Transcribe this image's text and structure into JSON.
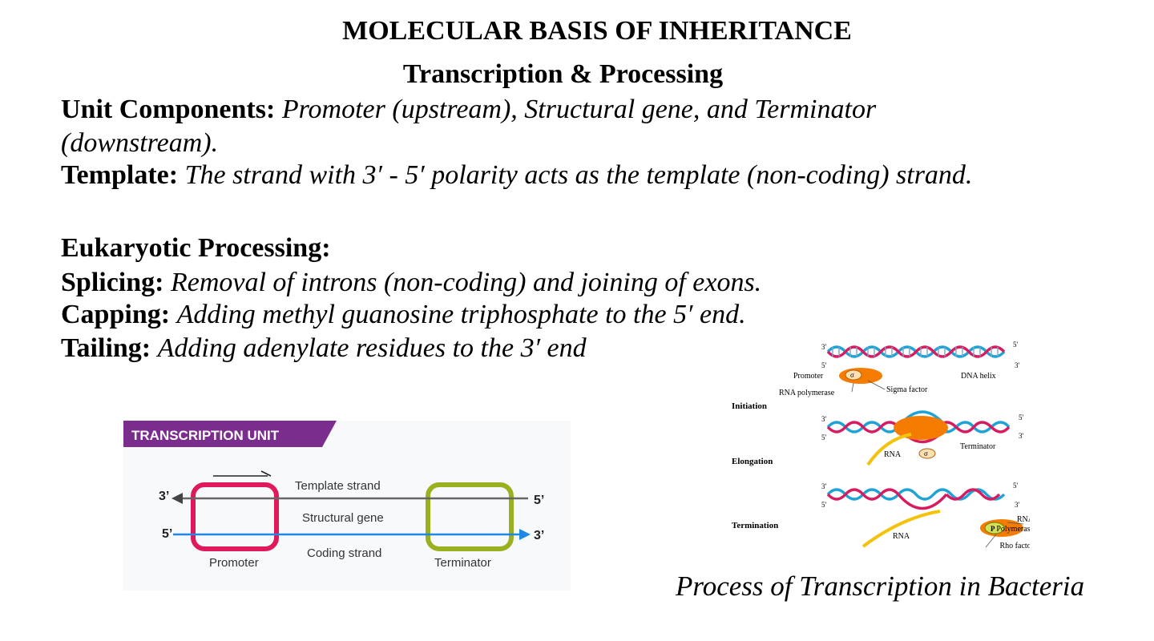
{
  "title": "MOLECULAR BASIS OF INHERITANCE",
  "subtitle": "Transcription & Processing",
  "points": {
    "unit_label": "Unit Components:",
    "unit_text_1": "Promoter (upstream), Structural gene, and Terminator",
    "unit_text_2": "(downstream).",
    "template_label": "Template:",
    "template_text": "The strand with 3′ - 5′ polarity acts as the template (non-coding) strand.",
    "euk_heading": "Eukaryotic Processing:",
    "splicing_label": "Splicing:",
    "splicing_text": "Removal of introns (non-coding) and joining of exons.",
    "capping_label": "Capping:",
    "capping_text": "Adding methyl guanosine triphosphate to the 5′ end.",
    "tailing_label": "Tailing:",
    "tailing_text": "Adding adenylate residues to the 3′ end"
  },
  "transcription_unit": {
    "banner": "TRANSCRIPTION UNIT",
    "template_strand": "Template strand",
    "structural_gene": "Structural gene",
    "coding_strand": "Coding strand",
    "promoter": "Promoter",
    "terminator": "Terminator",
    "top_left_end": "3’",
    "top_right_end": "5’",
    "bottom_left_end": "5’",
    "bottom_right_end": "3’",
    "colors": {
      "banner": "#7b2d8e",
      "promoter": "#e0195a",
      "terminator": "#9ab01f",
      "template": "#666666",
      "coding": "#1e88e5"
    }
  },
  "bacteria": {
    "caption": "Process of Transcription in Bacteria",
    "ends": {
      "three": "3'",
      "five": "5'"
    },
    "promoter": "Promoter",
    "sigma_symbol": "σ",
    "rna_polymerase": "RNA polymerase",
    "sigma_factor": "Sigma factor",
    "dna_helix": "DNA helix",
    "initiation": "Initiation",
    "terminator": "Terminator",
    "rna": "RNA",
    "elongation": "Elongation",
    "termination": "Termination",
    "rna_polymerase_2a": "RNA",
    "rna_polymerase_2b": "Polymerase",
    "rho_symbol": "P",
    "rho_factor": "Rho factor",
    "colors": {
      "strand_a": "#1fa3d6",
      "strand_b": "#d81b60",
      "polymerase": "#f57c00",
      "rna": "#f4c20d"
    }
  }
}
